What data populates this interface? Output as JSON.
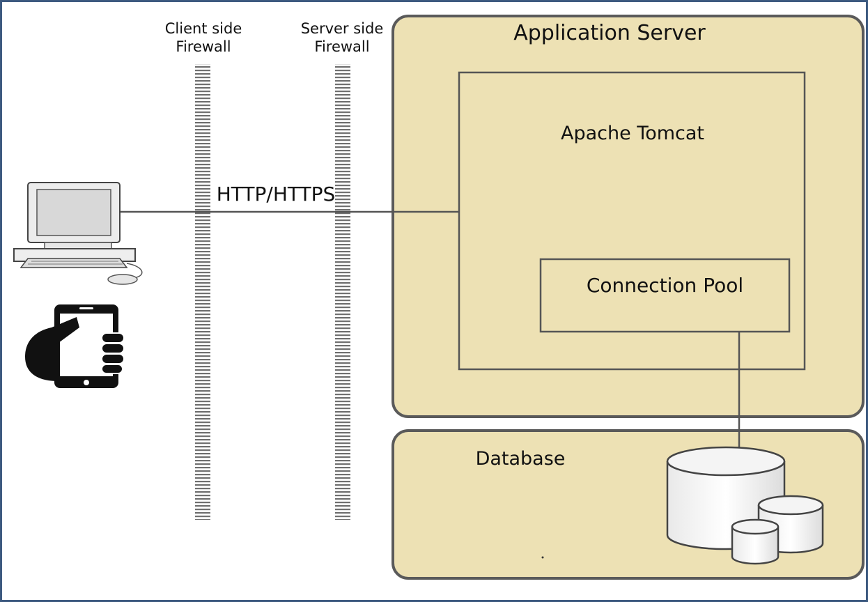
{
  "firewalls": {
    "client_label_1": "Client side",
    "client_label_2": "Firewall",
    "server_label_1": "Server side",
    "server_label_2": "Firewall"
  },
  "protocol_label": "HTTP/HTTPS",
  "app_server": {
    "title": "Application Server"
  },
  "tomcat": {
    "title": "Apache Tomcat"
  },
  "connection_pool": {
    "title": "Connection Pool"
  },
  "database": {
    "title": "Database"
  },
  "colors": {
    "frame_border": "#3d5a80",
    "panel_fill": "#ede1b4",
    "panel_border": "#555555",
    "line": "#555555",
    "firewall_hatch": "#777777"
  },
  "icons": [
    "desktop-computer-icon",
    "smartphone-hand-icon",
    "database-cylinders-icon"
  ]
}
